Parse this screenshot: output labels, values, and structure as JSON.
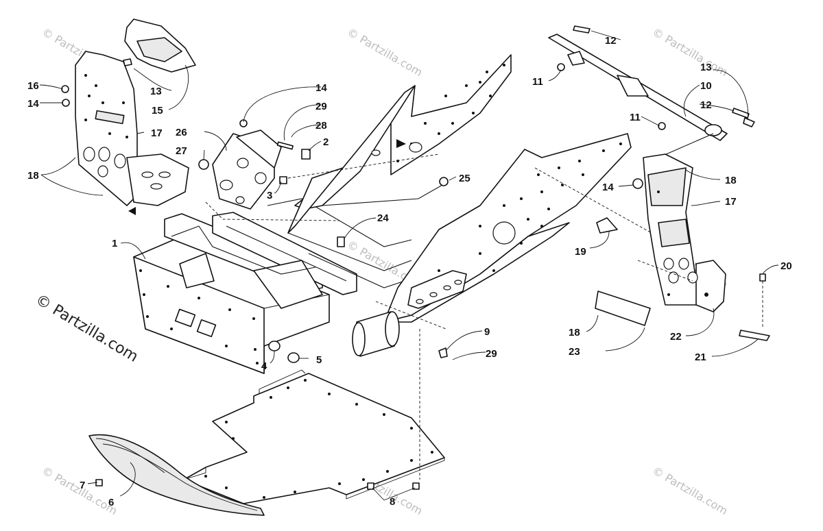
{
  "watermark": {
    "text": "© Partzilla.com"
  },
  "callouts": {
    "c1": "1",
    "c2": "2",
    "c3": "3",
    "c4": "4",
    "c5": "5",
    "c6": "6",
    "c7": "7",
    "c8": "8",
    "c9": "9",
    "c10": "10",
    "c11a": "11",
    "c11b": "11",
    "c12a": "12",
    "c12b": "12",
    "c13a": "13",
    "c13b": "13",
    "c14a": "14",
    "c14b": "14",
    "c14c": "14",
    "c15": "15",
    "c16": "16",
    "c17a": "17",
    "c17b": "17",
    "c18a": "18",
    "c18b": "18",
    "c18c": "18",
    "c19": "19",
    "c20": "20",
    "c21": "21",
    "c22": "22",
    "c23": "23",
    "c24": "24",
    "c25": "25",
    "c26": "26",
    "c27": "27",
    "c28": "28",
    "c29a": "29",
    "c29b": "29"
  }
}
